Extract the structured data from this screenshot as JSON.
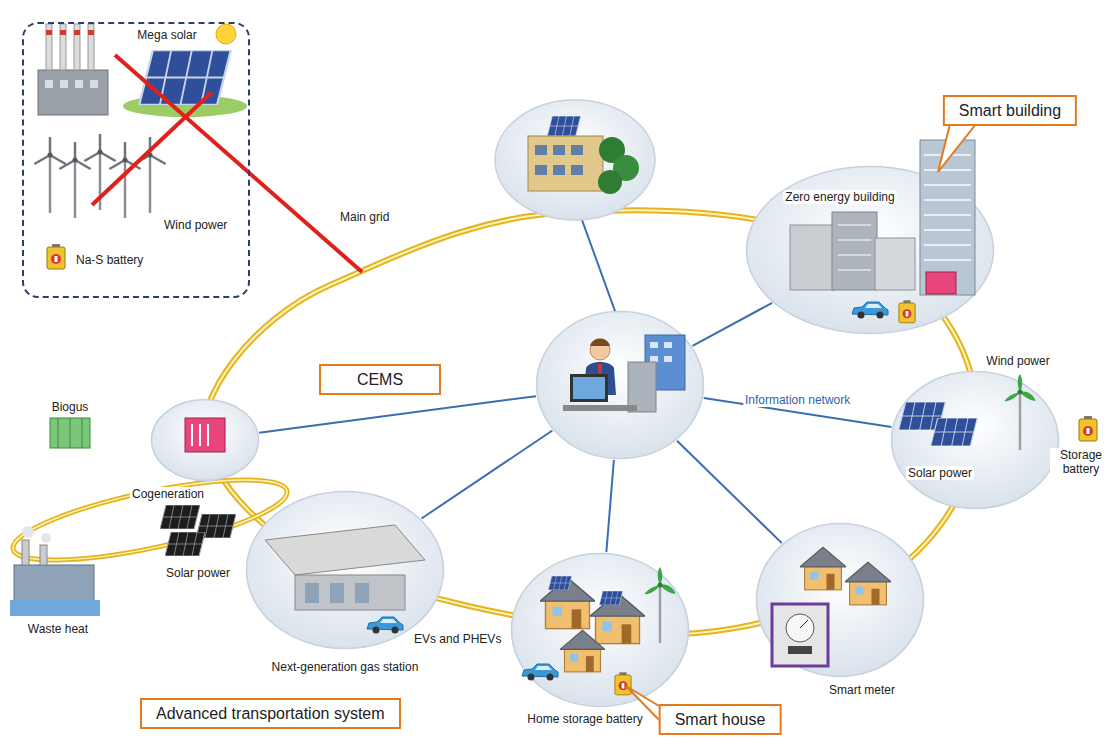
{
  "diagram": {
    "nodes": [
      {
        "text": [
          "Mega solar",
          "Wind power",
          "Na-S battery"
        ]
      },
      {
        "text": [
          "Smart building",
          "Zero energy building"
        ]
      },
      {
        "text": [
          "CEMS"
        ]
      },
      {
        "text": [
          "Wind power",
          "Solar power",
          "Storage battery"
        ]
      },
      {
        "text": [
          "Cogeneration"
        ]
      },
      {
        "text": [
          "EVs and PHEVs",
          "Next-generation gas station",
          "Advanced transportation system"
        ]
      },
      {
        "text": [
          "Home storage battery",
          "Smart house"
        ]
      },
      {
        "text": [
          "Smart meter"
        ]
      }
    ],
    "edges": [
      {
        "from": 2,
        "to": 1,
        "arrow": "none"
      },
      {
        "from": 2,
        "to": 3,
        "label": "Information network",
        "arrow": "none"
      },
      {
        "from": 2,
        "to": 7,
        "arrow": "none"
      },
      {
        "from": 2,
        "to": 6,
        "arrow": "none"
      },
      {
        "from": 2,
        "to": 5,
        "arrow": "none"
      },
      {
        "from": 2,
        "to": 4,
        "arrow": "none"
      }
    ],
    "labels": [
      "Main grid",
      "Biogus",
      "Waste heat",
      "Solar power"
    ]
  }
}
